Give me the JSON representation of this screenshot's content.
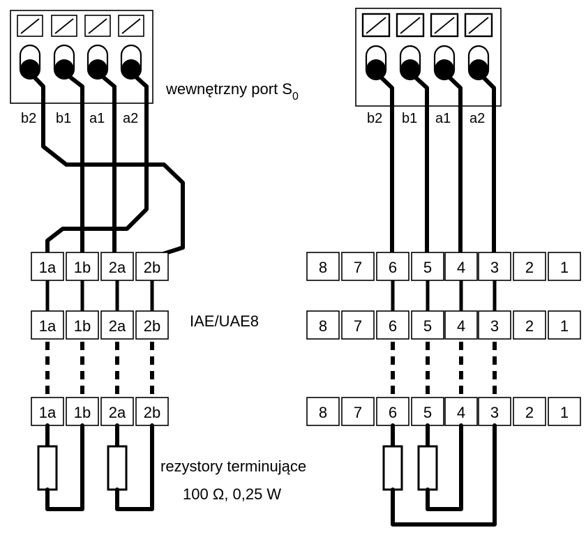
{
  "labels": {
    "port_text": "wewnętrzny port S",
    "port_sub": "0",
    "iae": "IAE/UAE8",
    "resistors_line1": "rezystory terminujące",
    "resistors_line2": "100 Ω, 0,25 W"
  },
  "left_pins": [
    "b2",
    "b1",
    "a1",
    "a2"
  ],
  "right_pins": [
    "b2",
    "b1",
    "a1",
    "a2"
  ],
  "left_terminals": [
    "1a",
    "1b",
    "2a",
    "2b"
  ],
  "right_terminals": [
    "8",
    "7",
    "6",
    "5",
    "4",
    "3",
    "2",
    "1"
  ]
}
